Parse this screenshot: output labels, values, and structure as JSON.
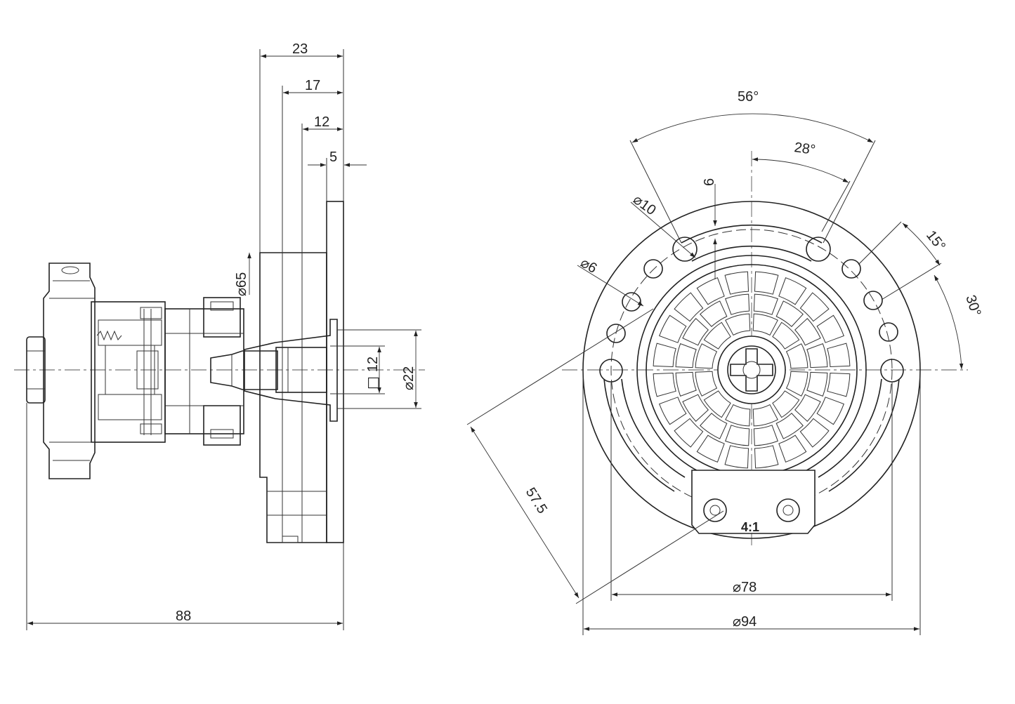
{
  "side_view": {
    "dim_overall_length": "88",
    "dim_23": "23",
    "dim_17": "17",
    "dim_12": "12",
    "dim_5": "5",
    "dim_dia_65": "65",
    "dim_square_12": "12",
    "dim_dia_22": "22",
    "diameter_symbol": "⌀",
    "square_symbol": "□"
  },
  "front_view": {
    "angle_56": "56°",
    "angle_28": "28°",
    "angle_15": "15°",
    "angle_30": "30°",
    "dim_6": "6",
    "dim_dia_10": "10",
    "dim_dia_6": "6",
    "dim_57_5": "57.5",
    "dim_dia_78": "78",
    "dim_dia_94": "94",
    "ratio_label": "4:1",
    "diameter_symbol": "⌀"
  },
  "colors": {
    "line": "#222222",
    "background": "#ffffff"
  }
}
